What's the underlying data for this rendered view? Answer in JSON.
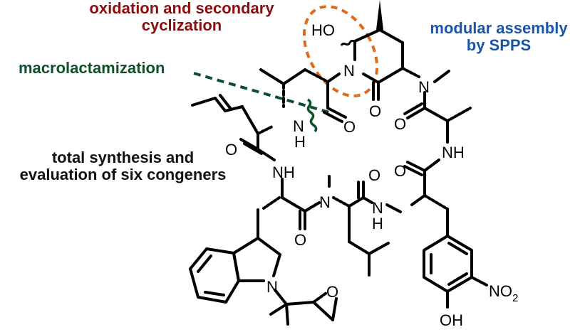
{
  "annotations": {
    "oxidation": [
      "oxidation and secondary",
      "cyclization"
    ],
    "modular": [
      "modular assembly",
      "by SPPS"
    ],
    "macrolactamization": "macrolactamization",
    "total_synthesis": [
      "total synthesis and",
      "evaluation of six congeners"
    ]
  },
  "atoms": {
    "HO": "HO",
    "N": "N",
    "NH": "NH",
    "H": "H",
    "O": "O",
    "NO2_main": "NO",
    "NO2_sub": "2",
    "OH": "OH"
  },
  "colors": {
    "oxidation": "#8b0e0e",
    "modular": "#1a55a8",
    "macrolactamization": "#104f2b",
    "highlight_ellipse": "#e06a1b",
    "bond": "#000000"
  }
}
